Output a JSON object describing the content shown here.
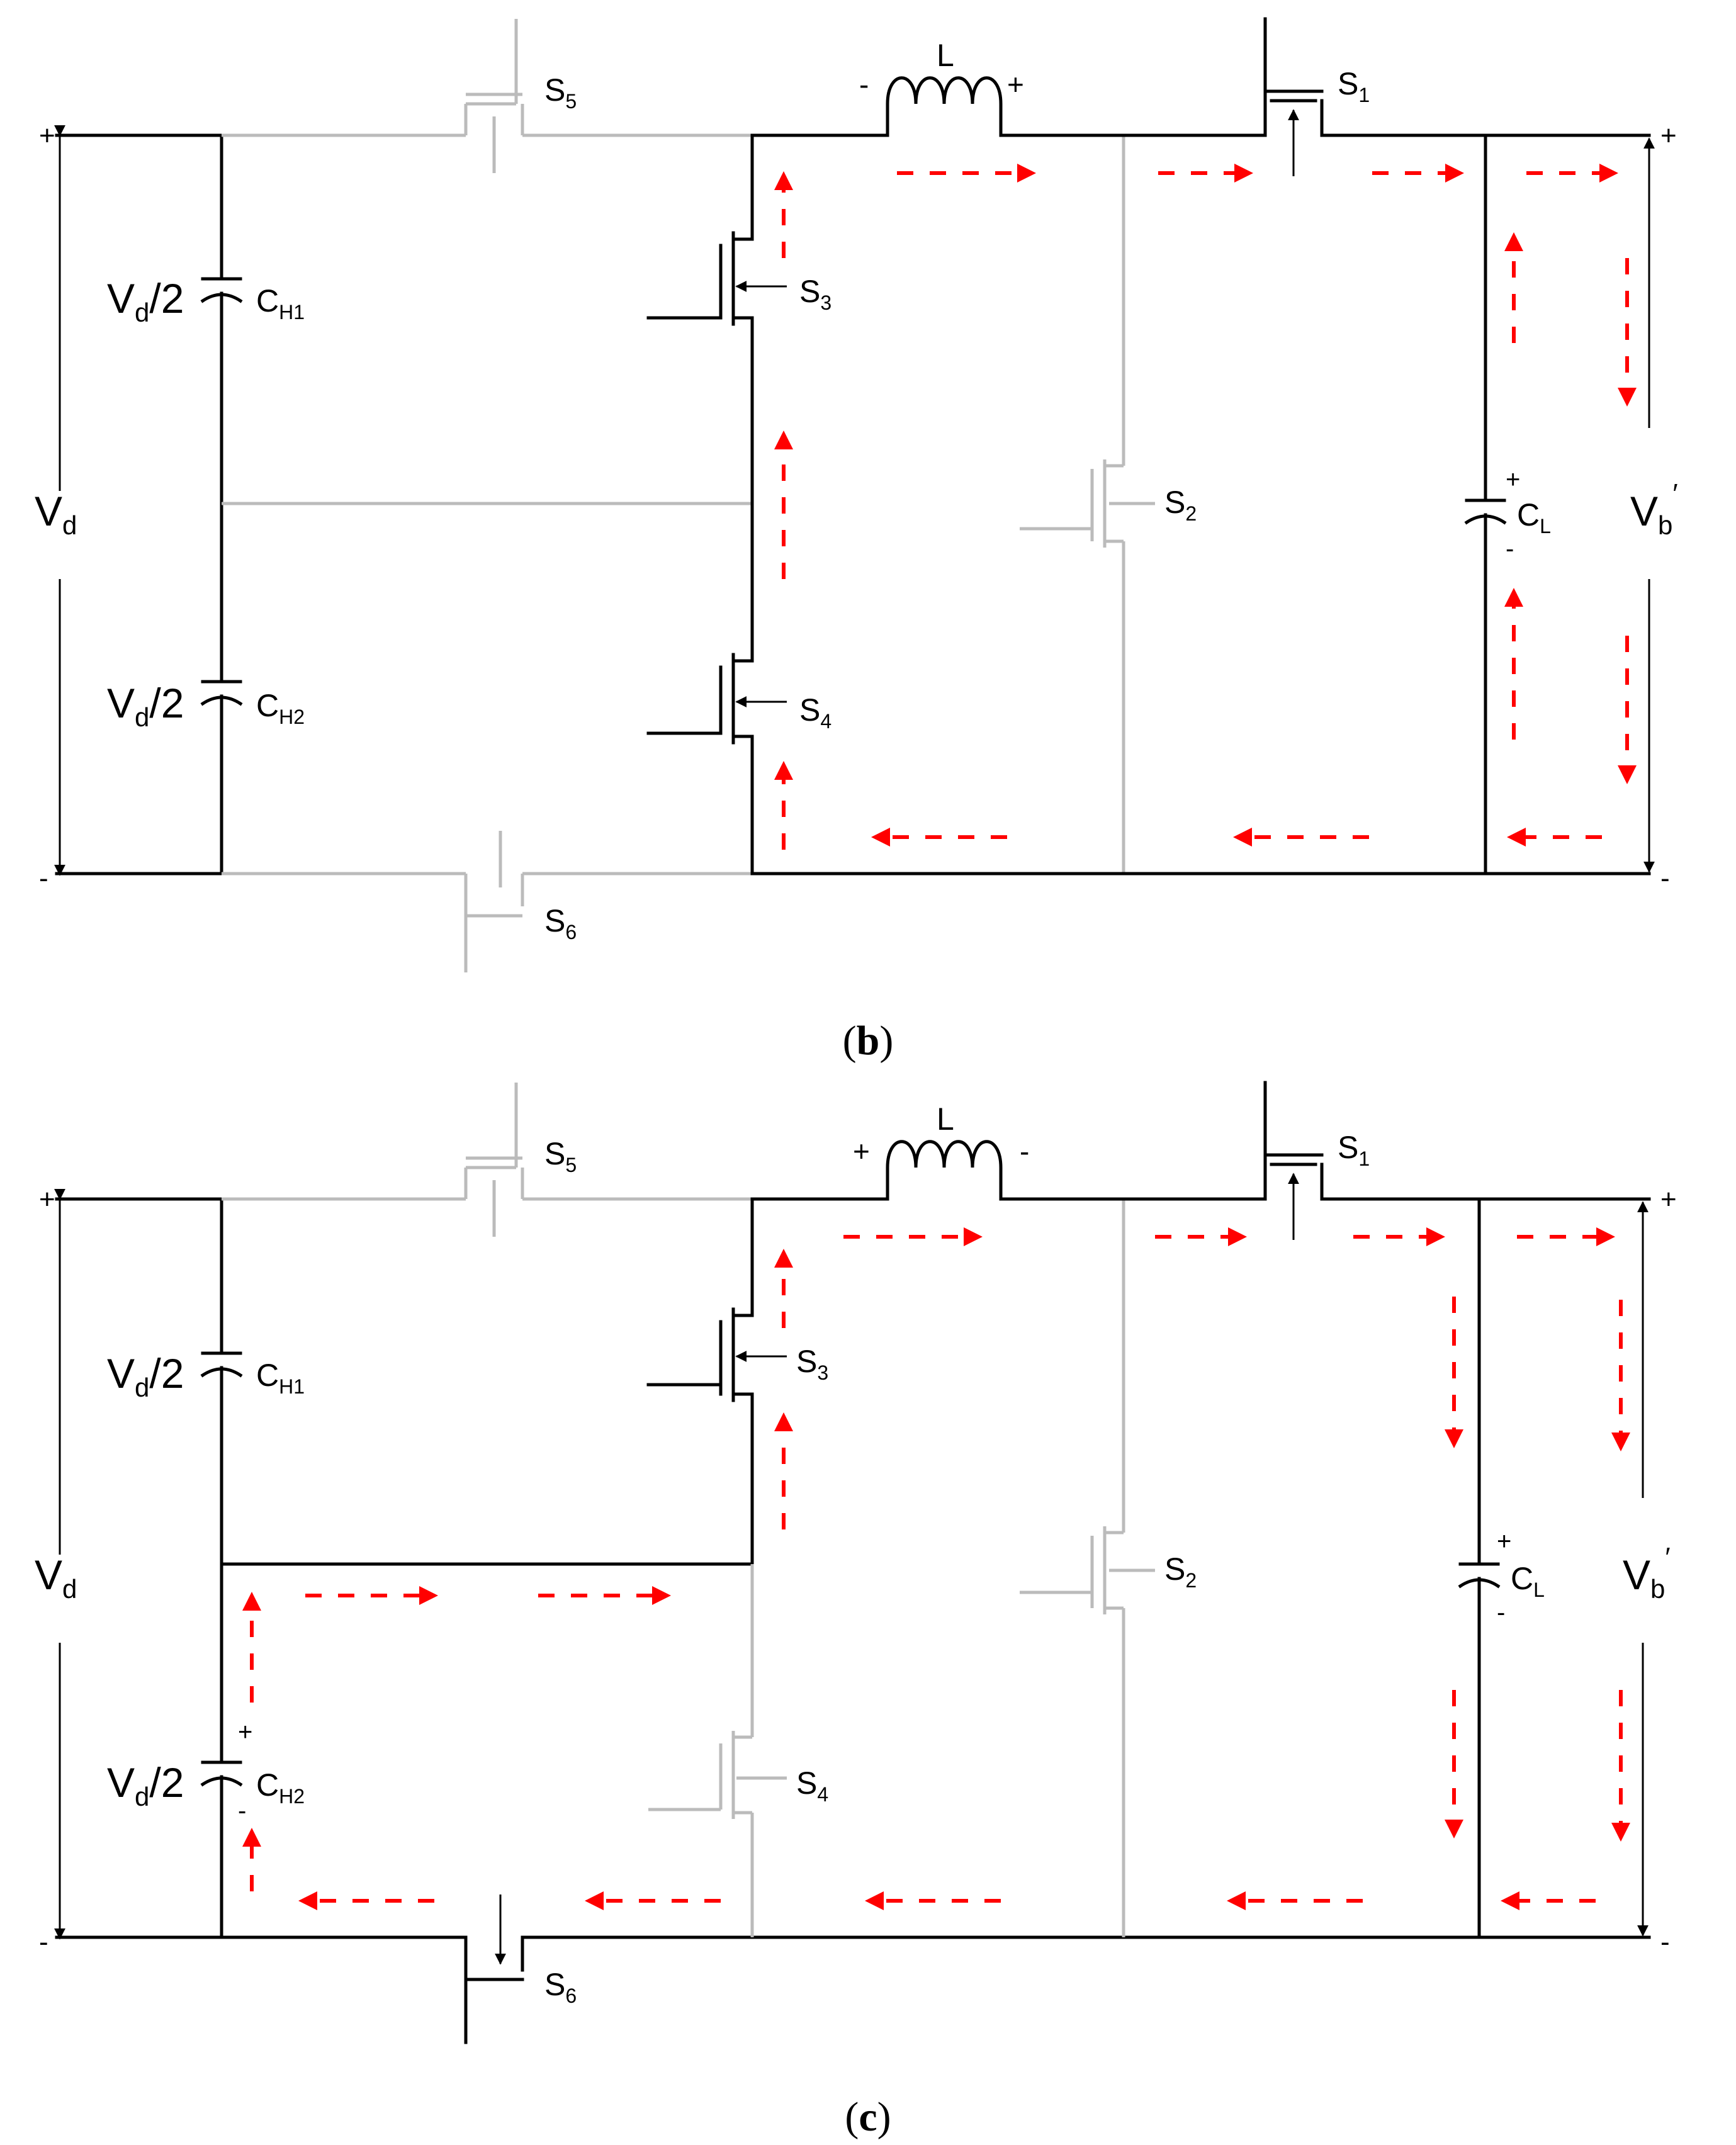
{
  "panels": [
    {
      "caption": "b",
      "labels": {
        "vd_half_top": "V",
        "vd_half_top_sub": "d",
        "vd_half_top_tail": "/2",
        "ch1": "C",
        "ch1_sub": "H1",
        "vd_half_bot": "V",
        "vd_half_bot_sub": "d",
        "vd_half_bot_tail": "/2",
        "ch2": "C",
        "ch2_sub": "H2",
        "vd": "V",
        "vd_sub": "d",
        "s1": "S",
        "s1_sub": "1",
        "s2": "S",
        "s2_sub": "2",
        "s3": "S",
        "s3_sub": "3",
        "s4": "S",
        "s4_sub": "4",
        "s5": "S",
        "s5_sub": "5",
        "s6": "S",
        "s6_sub": "6",
        "inductor": "L",
        "ind_left_sign": "-",
        "ind_right_sign": "+",
        "cl": "C",
        "cl_sub": "L",
        "cl_plus": "+",
        "cl_minus": "-",
        "vb": "V",
        "vb_sub": "b",
        "vb_prime": "′",
        "in_plus": "+",
        "in_minus": "-",
        "out_plus": "+",
        "out_minus": "-"
      }
    },
    {
      "caption": "c",
      "labels": {
        "vd_half_top": "V",
        "vd_half_top_sub": "d",
        "vd_half_top_tail": "/2",
        "ch1": "C",
        "ch1_sub": "H1",
        "vd_half_bot": "V",
        "vd_half_bot_sub": "d",
        "vd_half_bot_tail": "/2",
        "ch2": "C",
        "ch2_sub": "H2",
        "ch2_plus": "+",
        "ch2_minus": "-",
        "vd": "V",
        "vd_sub": "d",
        "s1": "S",
        "s1_sub": "1",
        "s2": "S",
        "s2_sub": "2",
        "s3": "S",
        "s3_sub": "3",
        "s4": "S",
        "s4_sub": "4",
        "s5": "S",
        "s5_sub": "5",
        "s6": "S",
        "s6_sub": "6",
        "inductor": "L",
        "ind_left_sign": "+",
        "ind_right_sign": "-",
        "cl": "C",
        "cl_sub": "L",
        "cl_plus": "+",
        "cl_minus": "-",
        "vb": "V",
        "vb_sub": "b",
        "vb_prime": "′",
        "in_plus": "+",
        "in_minus": "-",
        "out_plus": "+",
        "out_minus": "-"
      }
    }
  ],
  "colors": {
    "wire_active": "#000000",
    "wire_inactive": "#bbbbbb",
    "current_flow": "#ff0000"
  }
}
